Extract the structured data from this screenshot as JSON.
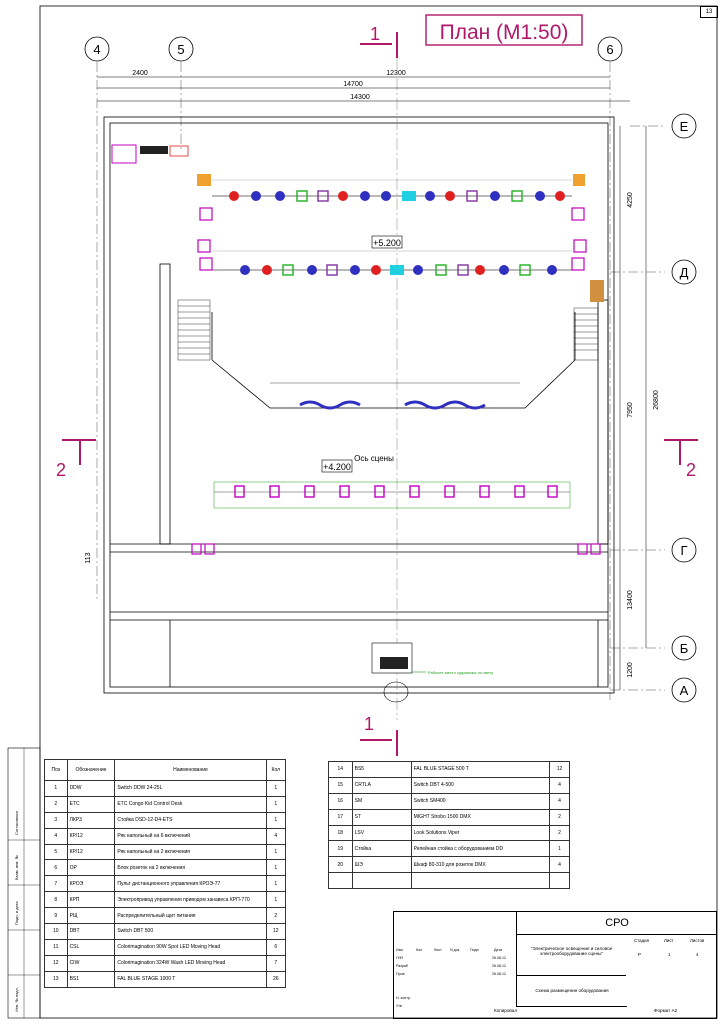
{
  "sheet": {
    "page_number": "13",
    "title": "План (М1:50)",
    "accent_color": "#b0186a",
    "stage_axis_label": "Ось сцены",
    "section_1_label": "1",
    "section_2_label": "2"
  },
  "grid": {
    "axis_4": "4",
    "axis_5": "5",
    "axis_6": "6",
    "axis_E": "Е",
    "axis_D": "Д",
    "axis_G": "Г",
    "axis_B": "Б",
    "axis_A": "А"
  },
  "dims": {
    "d2400": "2400",
    "d12300": "12300",
    "d14700": "14700",
    "d14300": "14300",
    "d4250": "4250",
    "d7950": "7950",
    "d26800": "26800",
    "d13400": "13400",
    "d1200": "1200",
    "d113": "113"
  },
  "levels": {
    "upper": "+5.200",
    "lower": "+4.200"
  },
  "notes": {
    "console_note": "Рабочее место художника по свету"
  },
  "table_left": {
    "headers": {
      "pos": "Поз",
      "code": "Обозначение",
      "name": "Наименование",
      "qty": "Кол"
    },
    "rows": [
      {
        "pos": "1",
        "code": "DDW",
        "name": "Switch DDW 24-25L",
        "qty": "1"
      },
      {
        "pos": "2",
        "code": "ETC",
        "name": "ETC Congo Kid Control Desk",
        "qty": "1"
      },
      {
        "pos": "3",
        "code": "ЛКР3",
        "name": "Стойка DSD-12-D4-ETS",
        "qty": "1"
      },
      {
        "pos": "4",
        "code": "КР/12",
        "name": "Ряк напольный на 6 включений",
        "qty": "4"
      },
      {
        "pos": "5",
        "code": "КР/12",
        "name": "Ряк напольный на 2 включения",
        "qty": "1"
      },
      {
        "pos": "6",
        "code": "ОР",
        "name": "Блок розеток на 2 включения",
        "qty": "1"
      },
      {
        "pos": "7",
        "code": "КРОЭ",
        "name": "Пульт дистанционного управления КРОЭ-77",
        "qty": "1"
      },
      {
        "pos": "8",
        "code": "КРП",
        "name": "Электропривод управления приводом занавеса КРП-770",
        "qty": "1"
      },
      {
        "pos": "9",
        "code": "РЩ",
        "name": "Распределительный щит питания",
        "qty": "2"
      },
      {
        "pos": "10",
        "code": "DBT",
        "name": "Switch DBT 500",
        "qty": "12"
      },
      {
        "pos": "11",
        "code": "CSL",
        "name": "Colorimagination 90W Spot LED Moving Head",
        "qty": "6"
      },
      {
        "pos": "12",
        "code": "CIW",
        "name": "Colorimagination 324W Wash LED Moving Head",
        "qty": "7"
      },
      {
        "pos": "13",
        "code": "BS1",
        "name": "FAL BLUE STAGE 1000 T",
        "qty": "26"
      }
    ]
  },
  "table_right": {
    "rows": [
      {
        "pos": "14",
        "code": "BS5",
        "name": "FAL BLUE STAGE 500 T",
        "qty": "12"
      },
      {
        "pos": "15",
        "code": "CRTLA",
        "name": "Switch DBT 4-500",
        "qty": "4"
      },
      {
        "pos": "16",
        "code": "SM",
        "name": "Switch SM400",
        "qty": "4"
      },
      {
        "pos": "17",
        "code": "ST",
        "name": "MIGHT Strobo 1500 DMX",
        "qty": "2"
      },
      {
        "pos": "18",
        "code": "LSV",
        "name": "Look Solutions Viper",
        "qty": "2"
      },
      {
        "pos": "19",
        "code": "Стойка",
        "name": "Релейная стойка с оборудованием DD",
        "qty": "1"
      },
      {
        "pos": "20",
        "code": "ШЭ",
        "name": "Шкаф 80-310 для розеток DMX",
        "qty": "4"
      },
      {
        "pos": "",
        "code": "",
        "name": "",
        "qty": ""
      }
    ]
  },
  "stamp": {
    "code": "СРО",
    "project": "\"Электрическое освещение и силовое электрооборудование сцены\"",
    "drawing": "Схема размещения оборудования",
    "stage_label": "Стадия",
    "sheet_label": "Лист",
    "sheets_label": "Листов",
    "stage_value": "Р",
    "sheet_value": "1",
    "sheets_value": "4",
    "col_change": "Изм",
    "col_qty": "Кол",
    "col_sheet": "Лист",
    "col_doc": "N док",
    "col_sign": "Подп",
    "col_date": "Дата",
    "role_gip": "ГИП",
    "role_dev": "Разраб",
    "role_check": "Пров",
    "role_norm": "Н. контр.",
    "role_approve": "Утв",
    "date1": "26.08.12",
    "date2": "26.08.12",
    "date3": "26.08.12",
    "copied": "Копировал",
    "format": "Формат А2"
  },
  "side_stamp": {
    "agreed": "Согласовано",
    "inv": "Инв. № подл.",
    "sign_date": "Подп. и дата",
    "replaced": "Взам. инв. №"
  }
}
